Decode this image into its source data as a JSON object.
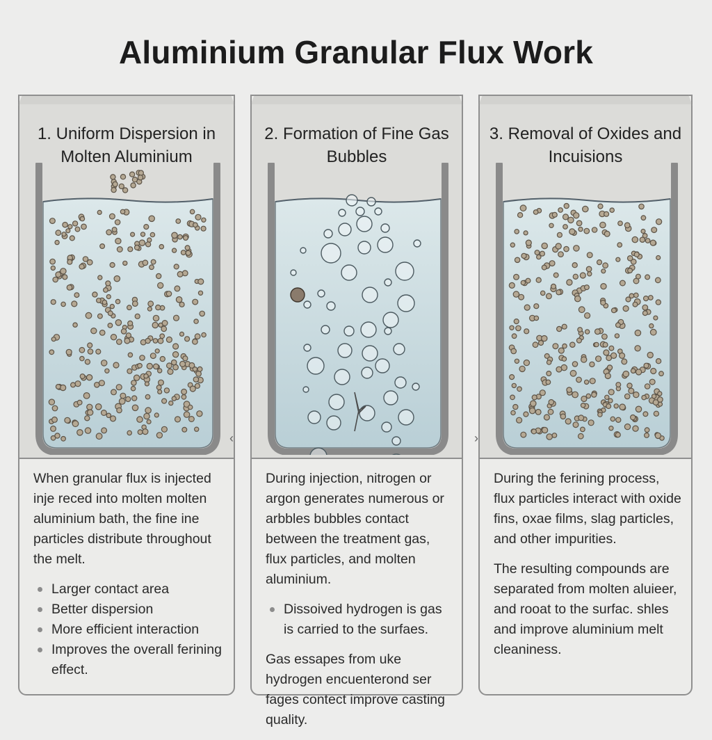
{
  "title": "Aluminium Granular Flux Work",
  "panels": [
    {
      "heading": "1. Uniform Dispersion in Molten Aluminium",
      "body": [
        "When granular flux is injected inje reced into molten molten aluminium bath, the fine ine particles distribute throughout the melt."
      ],
      "bullets": [
        "Larger contact area",
        "Better dispersion",
        "More efficient interaction",
        "Improves the overall ferining effect."
      ]
    },
    {
      "heading": "2. Formation of Fine Gas Bubbles",
      "body": [
        "During injection, nitrogen or argon generates numerous or arbbles bubbles contact between the treatment gas, flux particles, and molten aluminium."
      ],
      "bullets": [
        "Dissoived hydrogen is gas is carried to the surfaes."
      ],
      "after": "Gas essapes from uke hydrogen encuenterond ser fages contect improve casting quality."
    },
    {
      "heading": "3. Removal of Oxides and Incuisions",
      "body": [
        "During the ferining process, flux particles interact with oxide fins, oxae films, slag particles, and other impurities.",
        "The resulting compounds are separated from molten aluieer, and rooat to the surfac. shles and improve aluminium melt cleaniness."
      ],
      "bullets": []
    }
  ],
  "colors": {
    "melt_top": "#dce8ea",
    "melt_bottom": "#b9cfd6",
    "particle": "#b5a893",
    "particle_stroke": "#5c5347",
    "bubble_stroke": "#4c5a60",
    "crucible": "#8a8a8a"
  }
}
